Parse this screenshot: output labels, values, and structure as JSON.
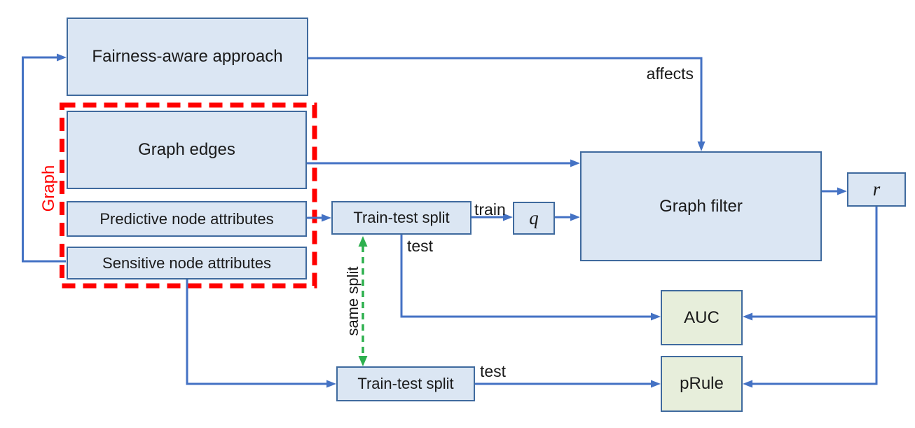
{
  "diagram": {
    "type": "flowchart",
    "colors": {
      "node_fill_blue": "#dbe6f3",
      "node_fill_green": "#e7eedb",
      "node_border": "#3f6a9e",
      "connector_blue": "#4472c4",
      "group_outline_red": "#ff0000",
      "same_split_green": "#2db04e",
      "text": "#1a1a1a"
    },
    "nodes": {
      "fairness": {
        "label": "Fairness-aware approach"
      },
      "graph_edges": {
        "label": "Graph edges"
      },
      "predictive": {
        "label": "Predictive node attributes"
      },
      "sensitive": {
        "label": "Sensitive node attributes"
      },
      "tts_top": {
        "label": "Train-test split"
      },
      "q": {
        "label": "q"
      },
      "graph_filter": {
        "label": "Graph filter"
      },
      "r": {
        "label": "r"
      },
      "auc": {
        "label": "AUC"
      },
      "prule": {
        "label": "pRule"
      },
      "tts_bottom": {
        "label": "Train-test split"
      }
    },
    "group": {
      "label": "Graph"
    },
    "edge_labels": {
      "affects": "affects",
      "train": "train",
      "test_top": "test",
      "test_bottom": "test",
      "same_split": "same split"
    }
  }
}
